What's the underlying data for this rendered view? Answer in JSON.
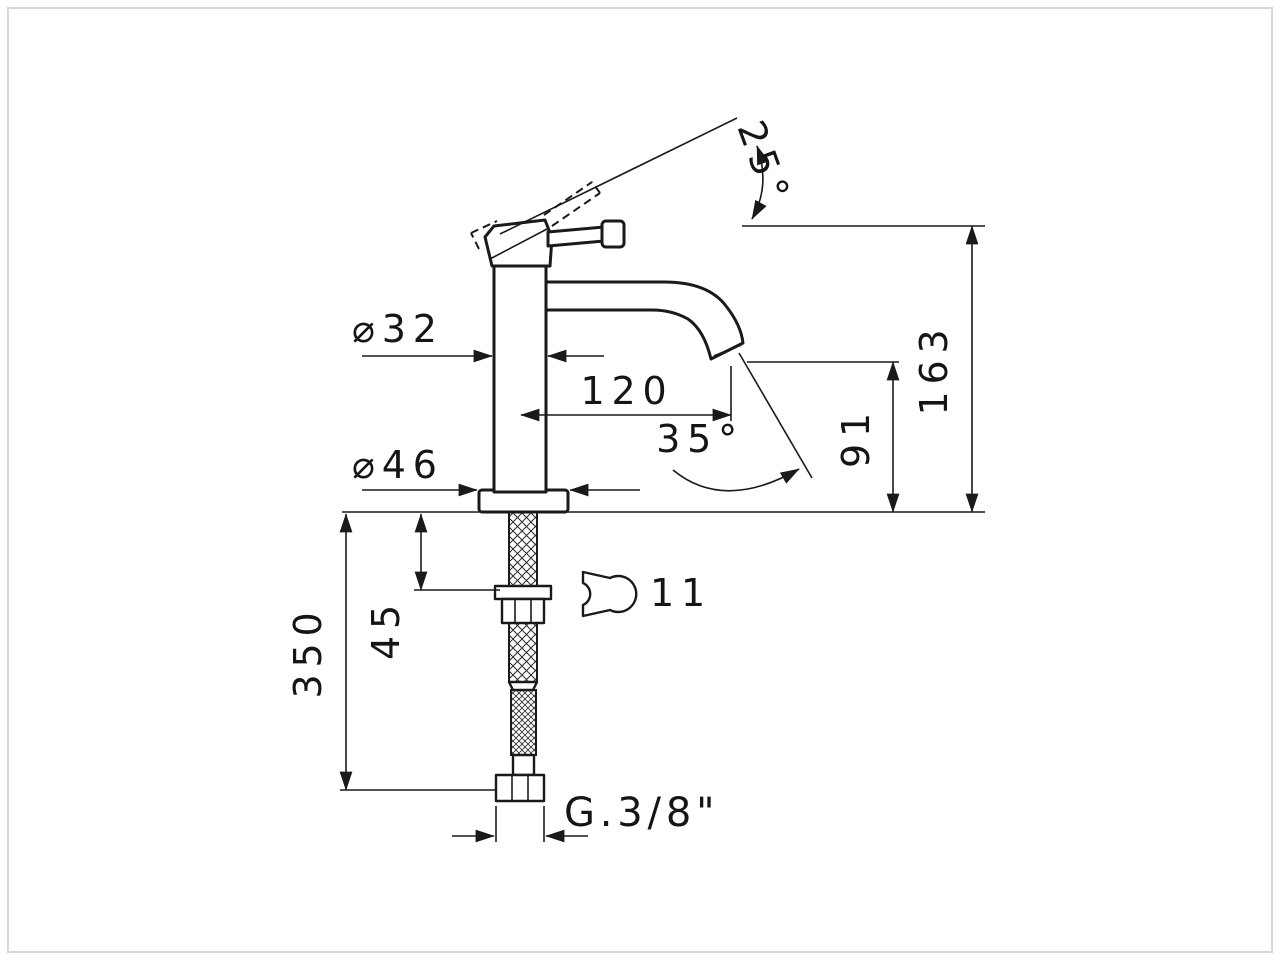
{
  "drawing": {
    "type": "technical-dimension-drawing",
    "subject": "single-lever basin mixer tap, side elevation with installation parts",
    "background_color": "#ffffff",
    "line_color": "#1a1a1a",
    "frame_color": "#d8d8d8"
  },
  "symbols": {
    "wrench": "open-end-wrench-icon",
    "diameter_sign": "⌀",
    "degree_sign": "°"
  },
  "dimensions": {
    "handle_angle": "25°",
    "body_diameter": "⌀32",
    "base_diameter": "⌀46",
    "spout_reach": "120",
    "spray_angle": "35°",
    "outlet_height": "91",
    "total_height": "163",
    "under_counter_clearance": "45",
    "hose_length": "350",
    "wrench_size": "11",
    "thread_size": "G.3/8\""
  }
}
